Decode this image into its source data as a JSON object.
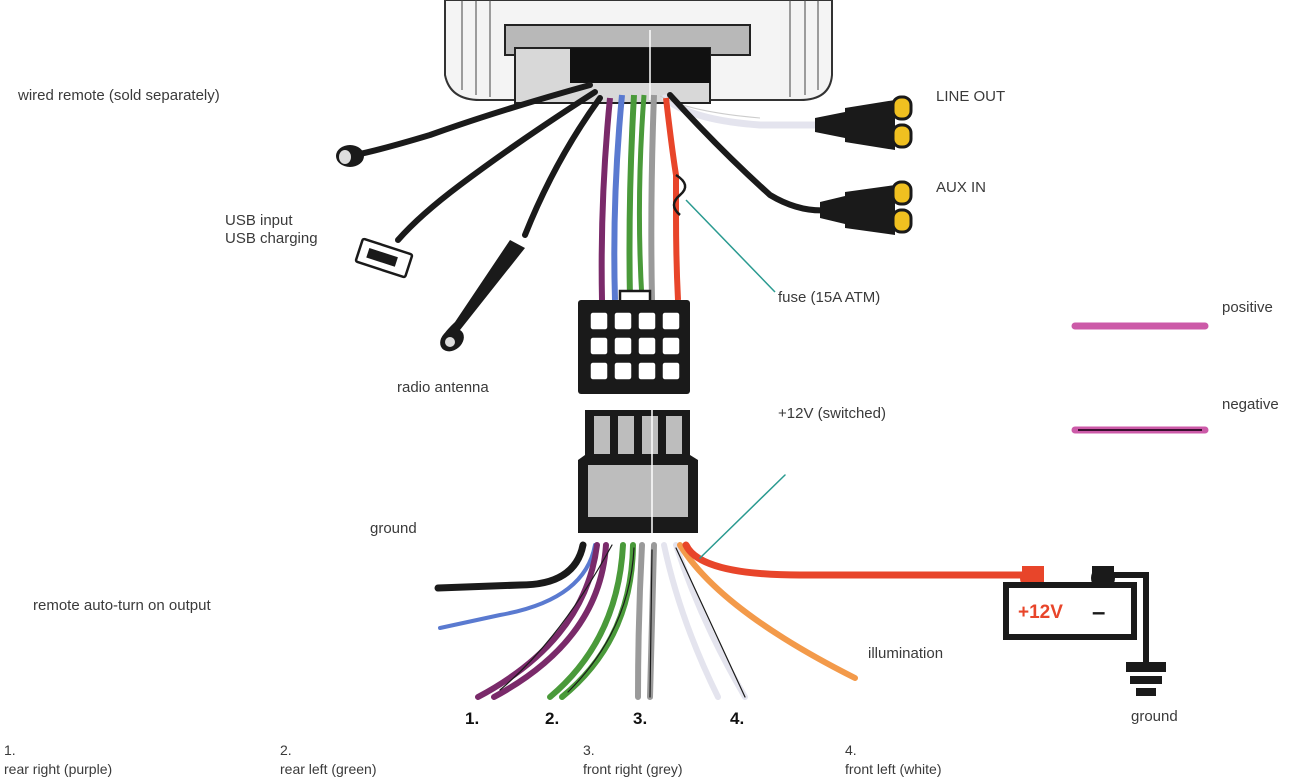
{
  "labels": {
    "wired_remote": "wired remote (sold separately)",
    "usb_input": "USB input",
    "usb_charging": "USB charging",
    "radio_antenna": "radio antenna",
    "line_out": "LINE OUT",
    "aux_in": "AUX IN",
    "fuse": "fuse (15A ATM)",
    "switched": "+12V (switched)",
    "positive": "positive",
    "negative": "negative",
    "ground_left": "ground",
    "remote_auto": "remote auto-turn on output",
    "illumination": "illumination",
    "ground_battery": "ground",
    "battery": "+12V",
    "battery_minus": "–"
  },
  "speaker_numbers": [
    "1.",
    "2.",
    "3.",
    "4."
  ],
  "legend": [
    {
      "number": "1.",
      "text": "rear right (purple)"
    },
    {
      "number": "2.",
      "text": "rear left (green)"
    },
    {
      "number": "3.",
      "text": "front right (grey)"
    },
    {
      "number": "4.",
      "text": "front left (white)"
    }
  ],
  "colors": {
    "positive_wire": "#cc5aa8",
    "negative_wire": "#cc5aa8",
    "negative_stripe": "#3a1030",
    "power_red": "#e8452a",
    "illumination_orange": "#f39a4a",
    "purple": "#7a2a6a",
    "green": "#4a9a3a",
    "grey": "#9a9a9a",
    "white_wire": "#e6e6ee",
    "blue": "#5a7ad0",
    "fuse_line": "#2a9a90",
    "rca_yellow": "#f0c020",
    "black": "#1a1a1a"
  }
}
